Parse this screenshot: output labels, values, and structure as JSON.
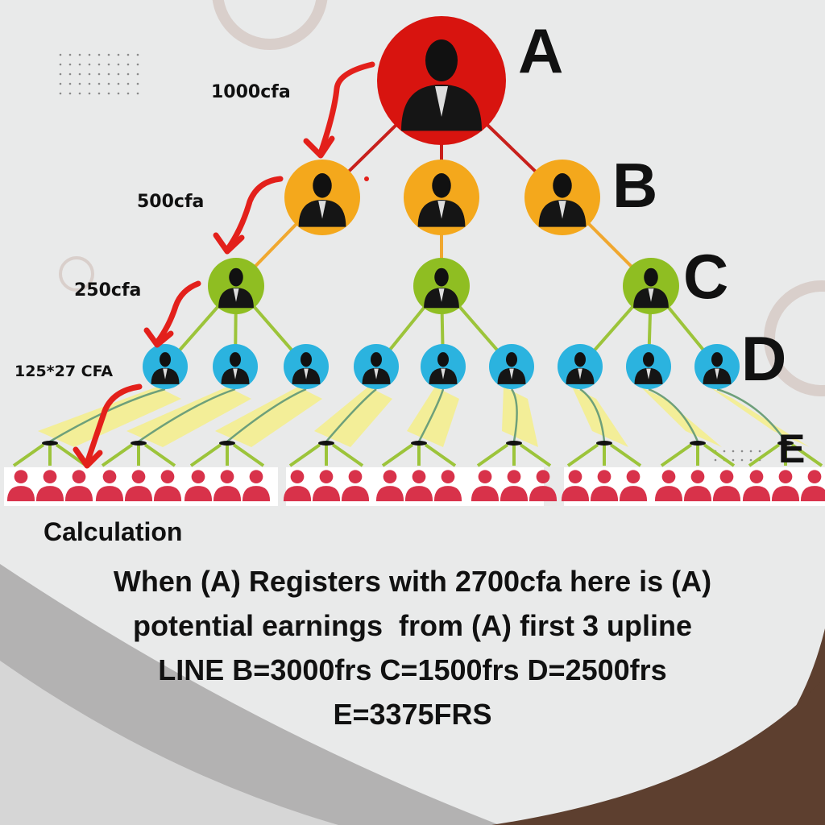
{
  "levels": {
    "A": "A",
    "B": "B",
    "C": "C",
    "D": "D",
    "E": "E"
  },
  "amounts": {
    "a_to_b": "1000cfa",
    "b_to_c": "500cfa",
    "c_to_d": "250cfa",
    "d_to_e": "125*27 CFA"
  },
  "calculation": {
    "title": "Calculation",
    "lines": [
      "When (A) Registers with 2700cfa here is (A)",
      "potential earnings  from (A) first 3 upline",
      "LINE B=3000frs C=1500frs D=2500frs",
      "E=3375FRS"
    ]
  },
  "colors": {
    "A": "#d8140f",
    "B": "#f4a81c",
    "C": "#8fbe22",
    "D": "#2bb3df",
    "E": "#d8324a",
    "arrow": "#e3201b",
    "highlight": "#f5ee8a",
    "brown": "#5d3f2f"
  }
}
